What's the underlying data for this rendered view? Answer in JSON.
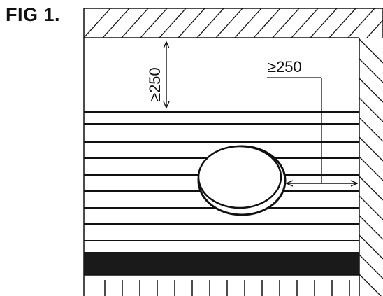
{
  "figure": {
    "title": "FIG 1.",
    "clearance_top_label": "≥250",
    "clearance_side_label": "≥250"
  },
  "colors": {
    "line": "#111111",
    "band": "#1a1a1a",
    "fill": "#ffffff"
  }
}
